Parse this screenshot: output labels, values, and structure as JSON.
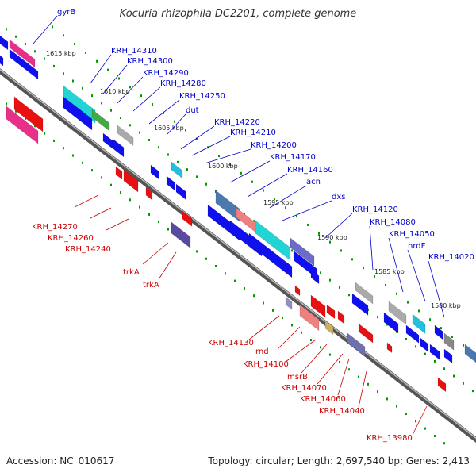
{
  "title": "Kocuria rhizophila DC2201, complete genome",
  "accession": "Accession: NC_010617",
  "topology": "Topology: circular; Length: 2,697,540 bp; Genes: 2,413",
  "colors": {
    "forward_label": "#0000cc",
    "reverse_label": "#cc0000",
    "backbone": "#777777",
    "tick": "#009900"
  },
  "kbp_marks": [
    "1615 kbp",
    "1610 kbp",
    "1605 kbp",
    "1600 kbp",
    "1595 kbp",
    "1590 kbp",
    "1585 kbp",
    "1580 kbp"
  ],
  "forward_genes": [
    "gyrB",
    "KRH_14310",
    "KRH_14300",
    "KRH_14290",
    "KRH_14280",
    "KRH_14250",
    "dut",
    "KRH_14220",
    "KRH_14210",
    "KRH_14200",
    "KRH_14170",
    "KRH_14160",
    "acn",
    "dxs",
    "KRH_14120",
    "KRH_14080",
    "KRH_14050",
    "nrdF",
    "KRH_14020"
  ],
  "reverse_genes": [
    "KRH_14270",
    "KRH_14260",
    "KRH_14240",
    "trkA",
    "trkA",
    "KRH_14130",
    "rnd",
    "KRH_14100",
    "msrB",
    "KRH_14070",
    "KRH_14060",
    "KRH_14040",
    "KRH_13980"
  ]
}
